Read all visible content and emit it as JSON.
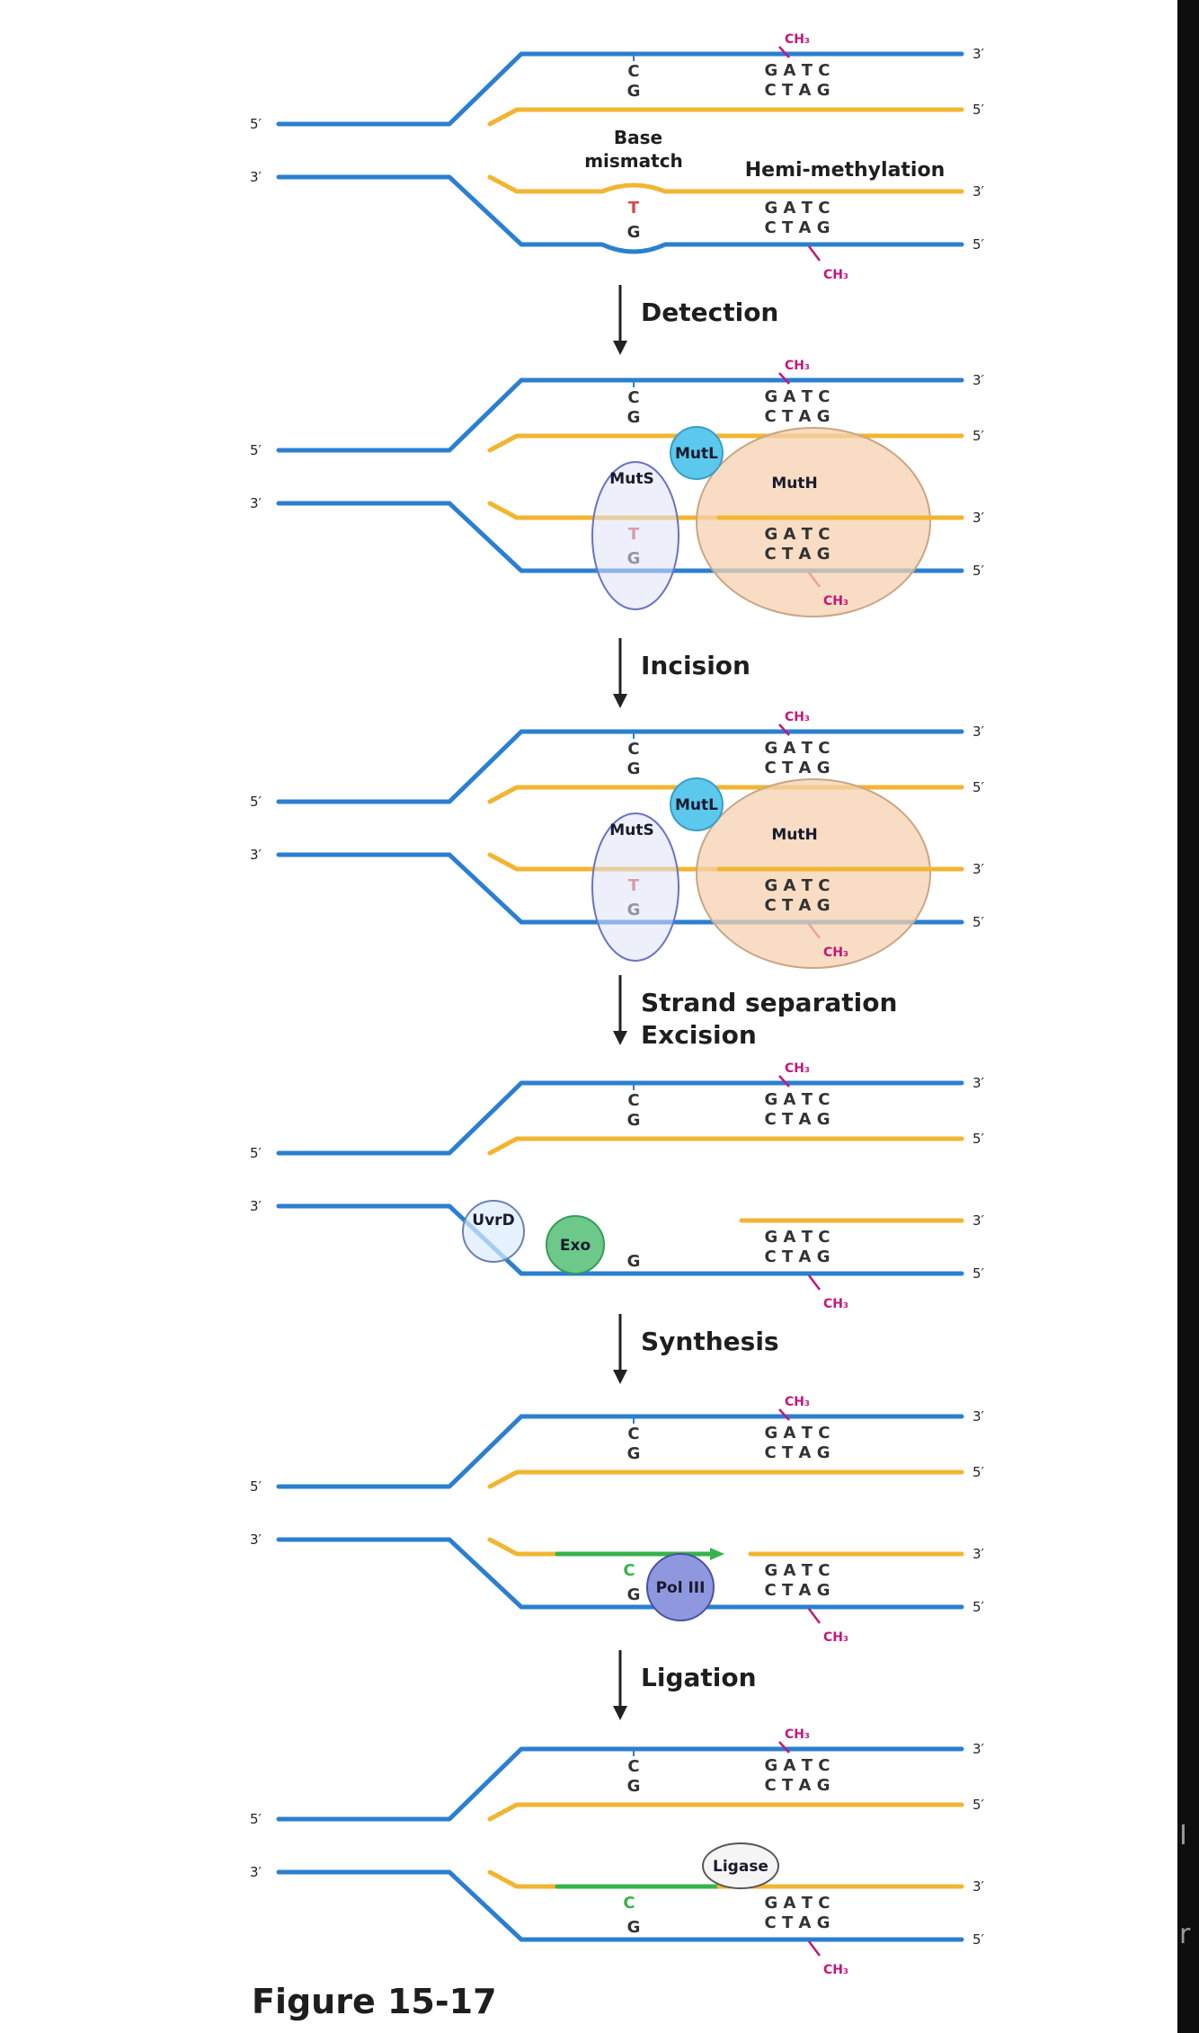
{
  "figure": {
    "caption": "Figure 15-17",
    "colors": {
      "parental_strand": "#2b7fd0",
      "daughter_strand": "#f2b531",
      "new_dna": "#36b34a",
      "methyl": "#c2187a",
      "mismatch_base": "#d44b4b",
      "muts_fill": "#dfe2f7",
      "mutl_fill": "#5cc8ee",
      "muth_fill": "#f5d2b0",
      "uvrd_fill": "#dcecff",
      "exo_fill": "#6cc98a",
      "pol3_fill": "#8f98de",
      "ligase_fill": "#f5f5f5",
      "sidebar": "#0e0e0e"
    },
    "terminus": {
      "five": "5′",
      "three": "3′"
    },
    "bases": {
      "top_pair_upper": "C",
      "top_pair_lower": "G",
      "mismatch_t": "T",
      "mismatch_g": "G",
      "gatc": "G A T C",
      "ctag": "C T A G",
      "methyl": "CH₃"
    },
    "annotations": {
      "base_mismatch_1": "Base",
      "base_mismatch_2": "mismatch",
      "hemi_methylation": "Hemi-methylation"
    },
    "steps": [
      {
        "label": "Detection"
      },
      {
        "label": "Incision"
      },
      {
        "label": "Strand separation",
        "label2": "Excision"
      },
      {
        "label": "Synthesis"
      },
      {
        "label": "Ligation"
      }
    ],
    "proteins": {
      "muts": "MutS",
      "mutl": "MutL",
      "muth": "MutH",
      "uvrd": "UvrD",
      "exo": "Exo",
      "pol3": "Pol III",
      "ligase": "Ligase"
    }
  },
  "sidebar": {
    "glyph_1": "I",
    "glyph_2": "r"
  }
}
